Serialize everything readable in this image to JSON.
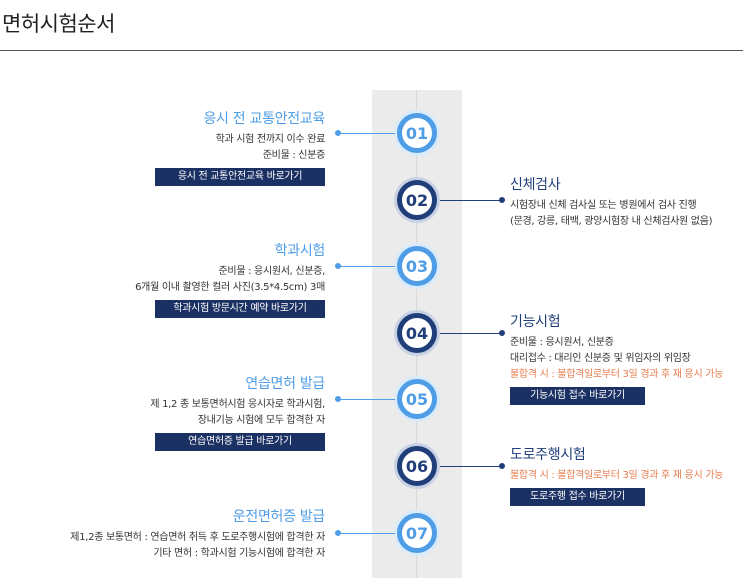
{
  "page": {
    "title": "면허시험순서"
  },
  "steps": [
    {
      "number": "01",
      "title": "응시 전 교통안전교육",
      "lines": [
        "학과 시험 전까지 이수 완료",
        "준비물 : 신분증"
      ],
      "warnings": [],
      "button": "응시 전 교통안전교육 바로가기",
      "side": "left",
      "tone": "light"
    },
    {
      "number": "02",
      "title": "신체검사",
      "lines": [
        "시험장내 신체 검사실 또는 병원에서 검사 진행",
        "(문경, 강릉, 태백, 광양시험장 내 신체검사원 없음)"
      ],
      "warnings": [],
      "button": "",
      "side": "right",
      "tone": "dark"
    },
    {
      "number": "03",
      "title": "학과시험",
      "lines": [
        "준비물 : 응시원서, 신분증,",
        "6개월 이내 촬영한 컬러 사진(3.5*4.5cm) 3매"
      ],
      "warnings": [],
      "button": "학과시험 방문시간 예약 바로가기",
      "side": "left",
      "tone": "light"
    },
    {
      "number": "04",
      "title": "기능시험",
      "lines": [
        "준비물 : 응시원서, 신분증",
        "대리접수 : 대리인 신분증 및 위임자의 위임장"
      ],
      "warnings": [
        "불합격 시 : 불합격일로부터 3일 경과 후 재 응시 가능"
      ],
      "button": "기능시험 접수 바로가기",
      "side": "right",
      "tone": "dark"
    },
    {
      "number": "05",
      "title": "연습면허 발급",
      "lines": [
        "제 1,2 종 보통면허시험 응시자로 학과시험,",
        "장내기능 시험에 모두 합격한 자"
      ],
      "warnings": [],
      "button": "연습면허증 발급 바로가기",
      "side": "left",
      "tone": "light"
    },
    {
      "number": "06",
      "title": "도로주행시험",
      "lines": [],
      "warnings": [
        "불합격 시 : 불합격일로부터 3일 경과 후 재 응시 가능"
      ],
      "button": "도로주행 접수 바로가기",
      "side": "right",
      "tone": "dark"
    },
    {
      "number": "07",
      "title": "운전면허증 발급",
      "lines": [
        "제1,2종 보통면허 : 연습면허 취득 후 도로주행시험에 합격한 자",
        "기타 면허 : 학과시험 기능시험에 합격한 자"
      ],
      "warnings": [],
      "button": "",
      "side": "left",
      "tone": "light"
    }
  ],
  "colors": {
    "light_blue": "#4f9de6",
    "dark_navy": "#203f7a",
    "button_bg": "#1c3163",
    "warning": "#e67d4f",
    "track": "#ebebeb"
  }
}
